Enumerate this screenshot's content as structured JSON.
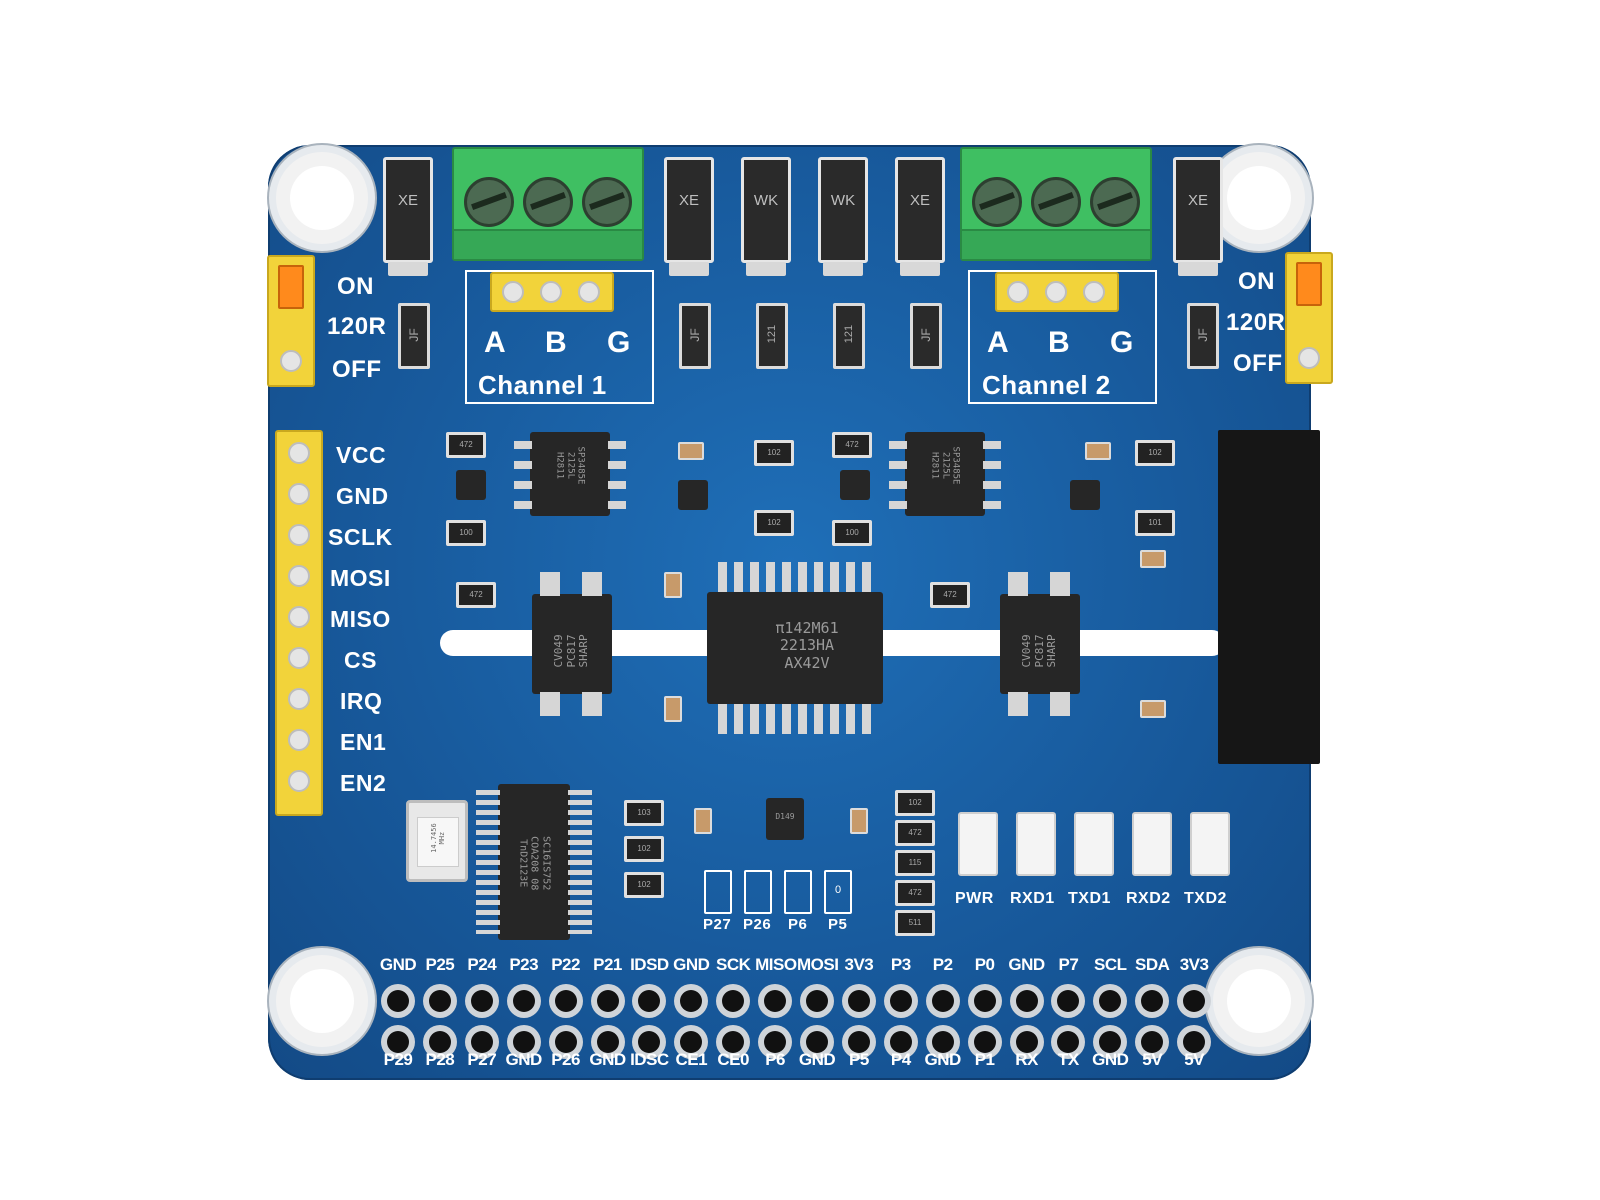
{
  "termination_jumpers": {
    "on_label": "ON",
    "resistor_label": "120R",
    "off_label": "OFF"
  },
  "channels": [
    {
      "name": "Channel 1",
      "pins": [
        "A",
        "B",
        "G"
      ]
    },
    {
      "name": "Channel 2",
      "pins": [
        "A",
        "B",
        "G"
      ]
    }
  ],
  "left_header": [
    "VCC",
    "GND",
    "SCLK",
    "MOSI",
    "MISO",
    "CS",
    "IRQ",
    "EN1",
    "EN2"
  ],
  "diode_markings": {
    "tvs": "XE",
    "clamp": "WK"
  },
  "fuse_marking": "JF",
  "resistor_marking_121": "121",
  "transceiver_chip": [
    "SP3485E",
    "2125L",
    "H2811"
  ],
  "isolator_chip": [
    "π142M61",
    "2213HA",
    "AX42V"
  ],
  "optocoupler": [
    "CV049",
    "PC817",
    "SHARP"
  ],
  "uart_chip": [
    "SC16IS752",
    "COA208 08",
    "TnD2123E"
  ],
  "crystal": [
    "14.7456",
    "MHz"
  ],
  "smd_codes": {
    "r472": "472",
    "r100": "100",
    "r102": "102",
    "r103": "103",
    "r101": "101",
    "r472b": "472",
    "r102b": "102",
    "r115": "115",
    "r511": "511",
    "r102c": "102"
  },
  "ic_sot": "D149",
  "pad_row": [
    "P27",
    "P26",
    "P6",
    "P5"
  ],
  "pad_zero": "0",
  "leds": [
    "PWR",
    "RXD1",
    "TXD1",
    "RXD2",
    "TXD2"
  ],
  "gpio_top": [
    "GND",
    "P25",
    "P24",
    "P23",
    "P22",
    "P21",
    "IDSD",
    "GND",
    "SCK",
    "MISO",
    "MOSI",
    "3V3",
    "P3",
    "P2",
    "P0",
    "GND",
    "P7",
    "SCL",
    "SDA",
    "3V3"
  ],
  "gpio_bottom": [
    "P29",
    "P28",
    "P27",
    "GND",
    "P26",
    "GND",
    "IDSC",
    "CE1",
    "CE0",
    "P6",
    "GND",
    "P5",
    "P4",
    "GND",
    "P1",
    "RX",
    "TX",
    "GND",
    "5V",
    "5V"
  ]
}
